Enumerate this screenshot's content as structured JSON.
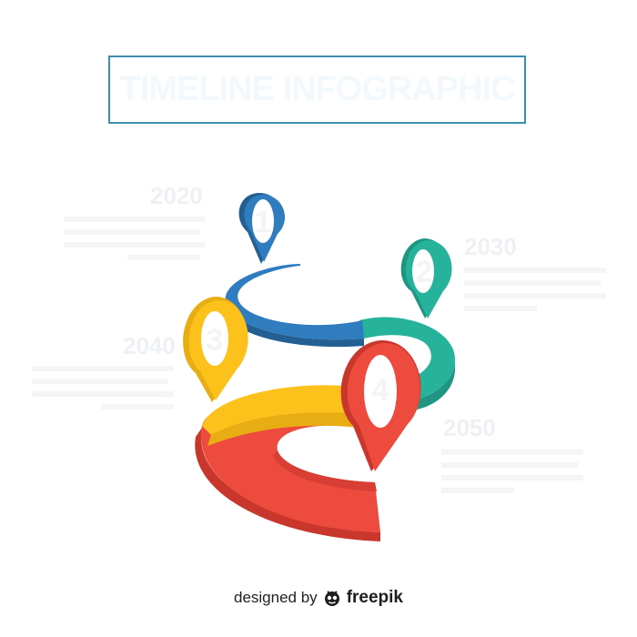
{
  "title": "TIMELINE INFOGRAPHIC",
  "colors": {
    "step1": "#2f7dbe",
    "step2": "#27b39b",
    "step3": "#fcc21b",
    "step4": "#ee4b3f",
    "frame": "#3a8fb3"
  },
  "steps": [
    {
      "number": "1",
      "year": "2020",
      "color_key": "step1"
    },
    {
      "number": "2",
      "year": "2030",
      "color_key": "step2"
    },
    {
      "number": "3",
      "year": "2040",
      "color_key": "step3"
    },
    {
      "number": "4",
      "year": "2050",
      "color_key": "step4"
    }
  ],
  "credit": {
    "prefix": "designed by",
    "brand": "freepik",
    "logo_icon": "freepik-logo-icon"
  }
}
